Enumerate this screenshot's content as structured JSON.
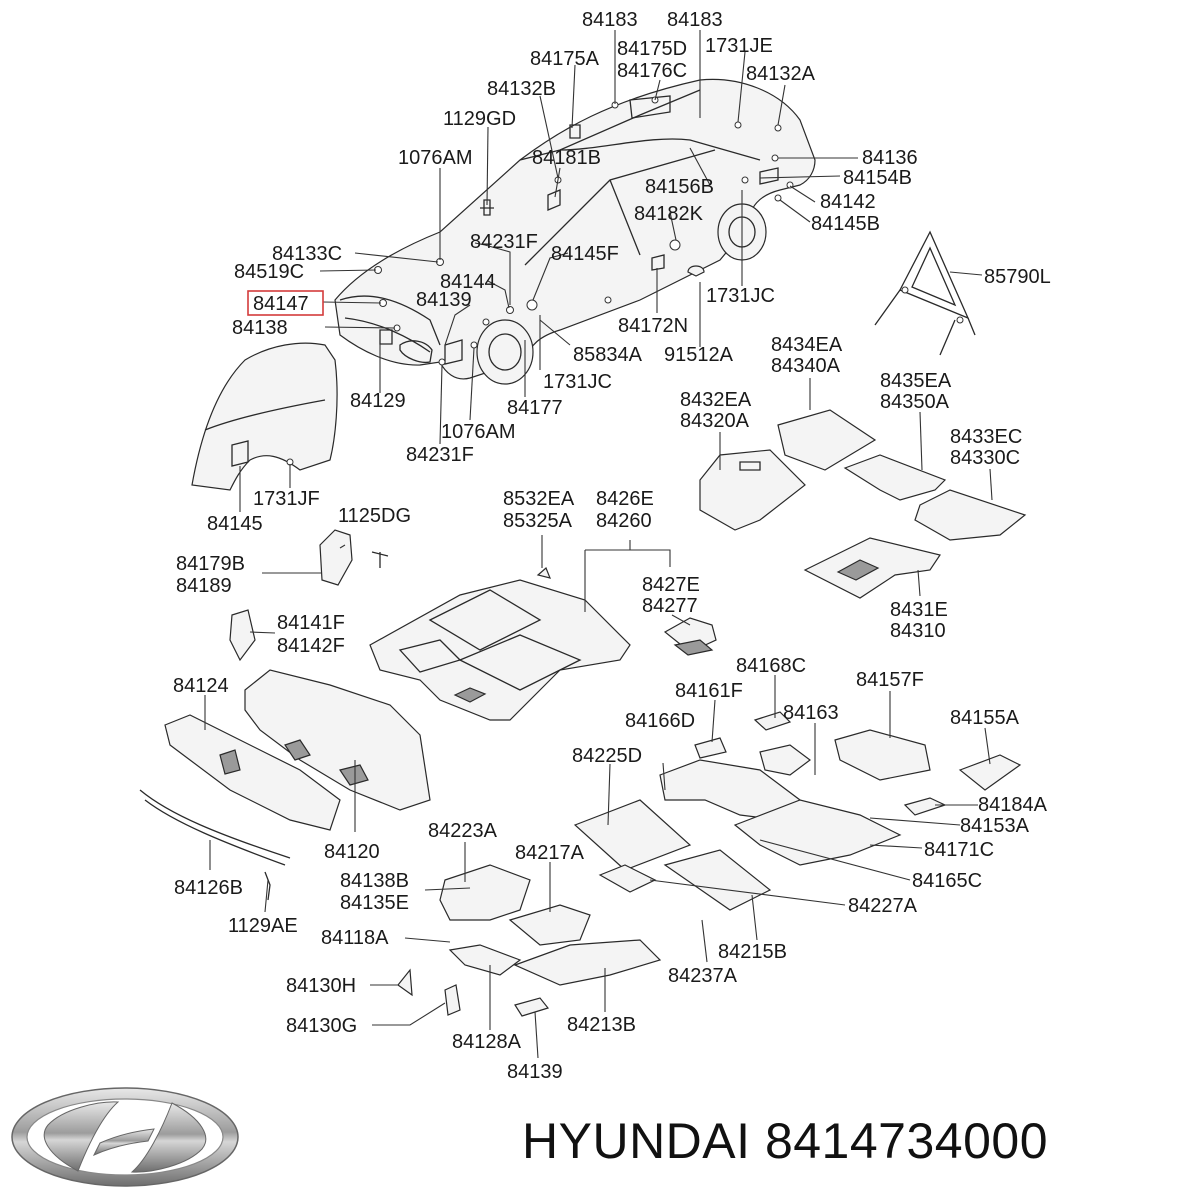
{
  "labels": {
    "l84183a": "84183",
    "l84183b": "84183",
    "l84175a": "84175A",
    "l84175d": "84175D",
    "l1731je": "1731JE",
    "l84176c": "84176C",
    "l84132b": "84132B",
    "l84132a": "84132A",
    "l1129gd": "1129GD",
    "l1076am_a": "1076AM",
    "l84181b": "84181B",
    "l84136": "84136",
    "l84154b": "84154B",
    "l84156b": "84156B",
    "l84142": "84142",
    "l84182k": "84182K",
    "l84145b": "84145B",
    "l84231f_a": "84231F",
    "l84133c": "84133C",
    "l84145f_a": "84145F",
    "l84519c": "84519C",
    "l84144": "84144",
    "l85790l": "85790L",
    "l84147": "84147",
    "l84139_a": "84139",
    "l1731jc_a": "1731JC",
    "l84138": "84138",
    "l84172n": "84172N",
    "l85834a": "85834A",
    "l91512a": "91512A",
    "l8434ea": "8434EA",
    "l84340a": "84340A",
    "l84129": "84129",
    "l1731jc_b": "1731JC",
    "l8435ea": "8435EA",
    "l84350a": "84350A",
    "l84177": "84177",
    "l8432ea": "8432EA",
    "l84320a": "84320A",
    "l1076am_b": "1076AM",
    "l8433ec": "8433EC",
    "l84330c": "84330C",
    "l84231f_b": "84231F",
    "l1731jf": "1731JF",
    "l84145_c": "84145",
    "l8532ea": "8532EA",
    "l8426e": "8426E",
    "l1125dg": "1125DG",
    "l85325a": "85325A",
    "l84260": "84260",
    "l84179b": "84179B",
    "l84189": "84189",
    "l8427e": "8427E",
    "l84277": "84277",
    "l8431e": "8431E",
    "l84310": "84310",
    "l84141f": "84141F",
    "l84142f": "84142F",
    "l84168c": "84168C",
    "l84157f": "84157F",
    "l84124": "84124",
    "l84161f": "84161F",
    "l84163": "84163",
    "l84155a": "84155A",
    "l84166d": "84166D",
    "l84225d": "84225D",
    "l84184a": "84184A",
    "l84153a": "84153A",
    "l84223a": "84223A",
    "l84120": "84120",
    "l84171c": "84171C",
    "l84217a": "84217A",
    "l84165c": "84165C",
    "l84126b": "84126B",
    "l84138b": "84138B",
    "l84135e": "84135E",
    "l84227a": "84227A",
    "l1129ae": "1129AE",
    "l84118a": "84118A",
    "l84215b": "84215B",
    "l84237a": "84237A",
    "l84130h": "84130H",
    "l84130g": "84130G",
    "l84213b": "84213B",
    "l84128a": "84128A",
    "l84139_b": "84139"
  },
  "highlight": {
    "part_label": "84147",
    "color": "#d33b3b"
  },
  "footer": {
    "brand": "HYUNDAI",
    "part_number": "8414734000"
  },
  "logo": {
    "name": "hyundai-logo"
  }
}
